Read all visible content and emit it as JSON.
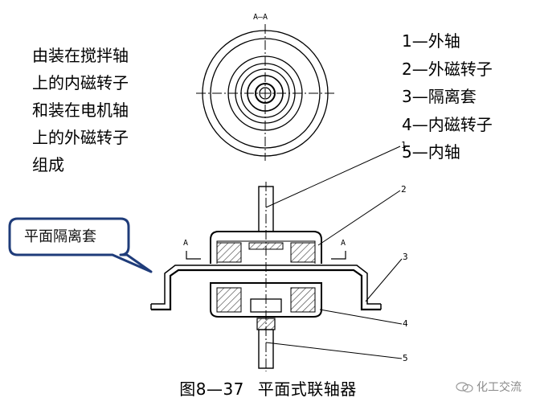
{
  "description_lines": [
    "由装在搅拌轴",
    "上的内磁转子",
    "和装在电机轴",
    "上的外磁转子",
    "组成"
  ],
  "legend": [
    "1—外轴",
    "2—外磁转子",
    "3—隔离套",
    "4—内磁转子",
    "5—内轴"
  ],
  "callout": "平面隔离套",
  "caption": {
    "figure": "图8—37",
    "title": "平面式联轴器"
  },
  "section_labels": {
    "top_view": "A—A",
    "left_mark": "A",
    "right_mark": "A"
  },
  "part_numbers": [
    "1",
    "2",
    "3",
    "4",
    "5"
  ],
  "watermark": "化工交流",
  "colors": {
    "callout_border": "#1f3c7a",
    "line": "#000000",
    "hatch": "#555555",
    "watermark": "#8a8a8a"
  }
}
